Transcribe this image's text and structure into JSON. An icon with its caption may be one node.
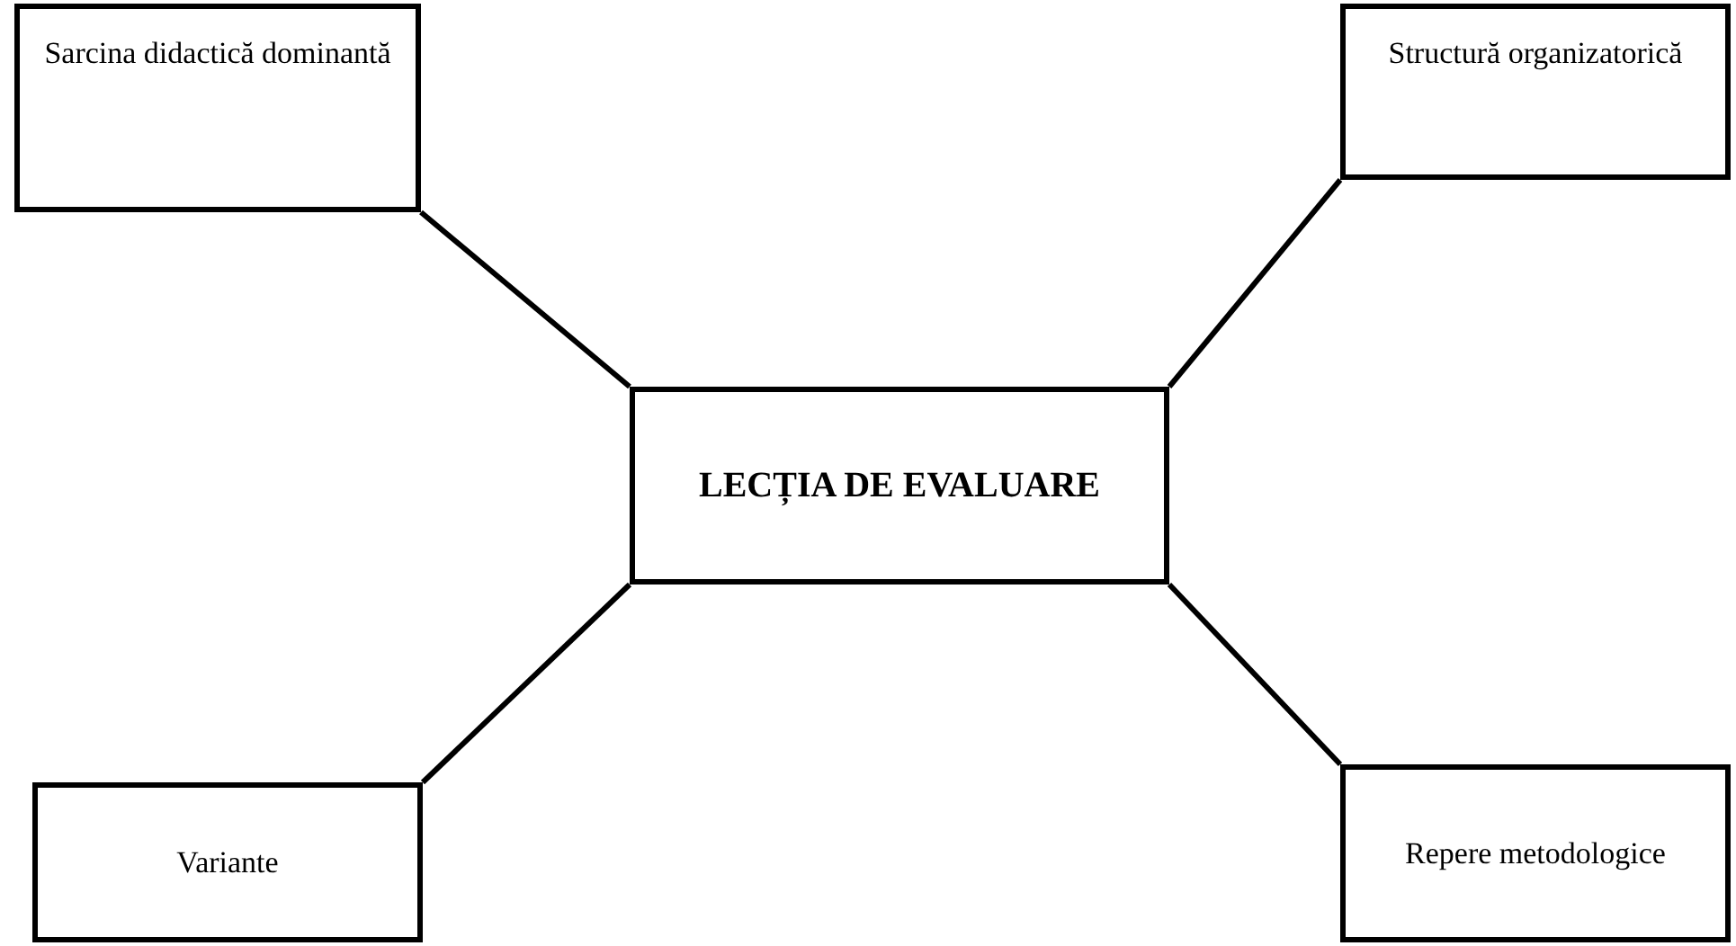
{
  "diagram": {
    "nodes": [
      {
        "text": [
          "Sarcina didactică dominantă"
        ]
      },
      {
        "text": [
          "Structură organizatorică"
        ]
      },
      {
        "text": [
          "LECȚIA DE EVALUARE"
        ]
      },
      {
        "text": [
          "Variante"
        ]
      },
      {
        "text": [
          "Repere metodologice"
        ]
      }
    ],
    "edges": [
      {
        "from": 2,
        "to": 0,
        "arrow": "none"
      },
      {
        "from": 2,
        "to": 1,
        "arrow": "none"
      },
      {
        "from": 2,
        "to": 3,
        "arrow": "none"
      },
      {
        "from": 2,
        "to": 4,
        "arrow": "none"
      }
    ]
  }
}
